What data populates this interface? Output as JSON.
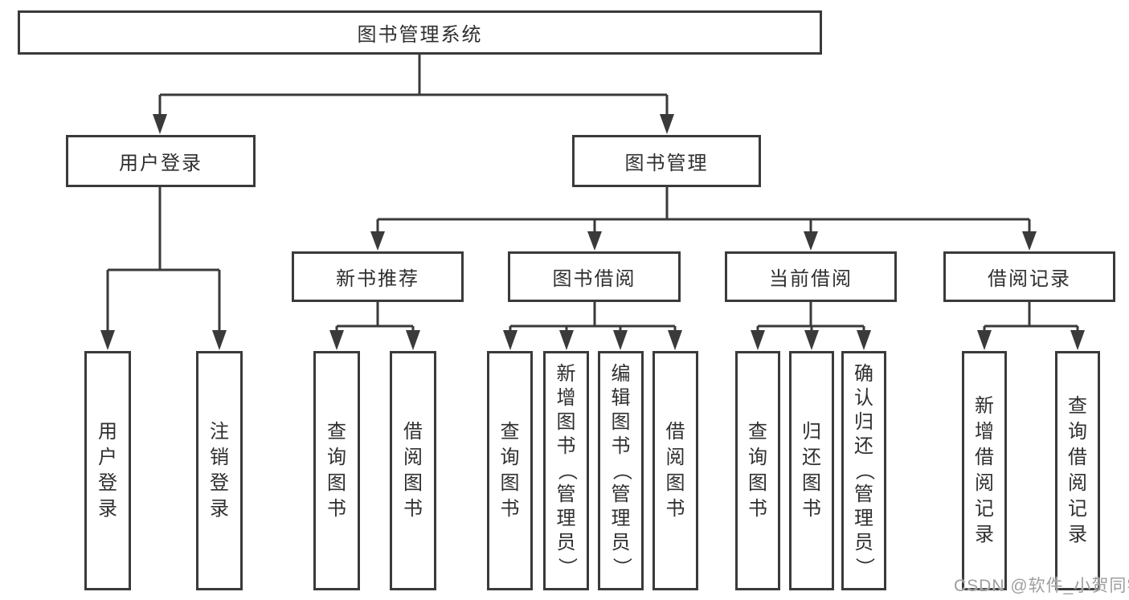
{
  "colors": {
    "line": "#3a3a3a",
    "box_border": "#3a3a3a",
    "box_background": "#ffffff",
    "text": "#2f2f2f",
    "watermark": "#9e9e9e"
  },
  "watermark": {
    "text": "CSDN @软件_小贺同学"
  },
  "tree": {
    "label": "图书管理系统",
    "children": [
      {
        "label": "用户登录",
        "children": [
          {
            "label": "用户登录"
          },
          {
            "label": "注销登录"
          }
        ]
      },
      {
        "label": "图书管理",
        "children": [
          {
            "label": "新书推荐",
            "children": [
              {
                "label": "查询图书"
              },
              {
                "label": "借阅图书"
              }
            ]
          },
          {
            "label": "图书借阅",
            "children": [
              {
                "label": "查询图书"
              },
              {
                "label": "新增图书（管理员）"
              },
              {
                "label": "编辑图书（管理员）"
              },
              {
                "label": "借阅图书"
              }
            ]
          },
          {
            "label": "当前借阅",
            "children": [
              {
                "label": "查询图书"
              },
              {
                "label": "归还图书"
              },
              {
                "label": "确认归还（管理员）"
              }
            ]
          },
          {
            "label": "借阅记录",
            "children": [
              {
                "label": "新增借阅记录"
              },
              {
                "label": "查询借阅记录"
              }
            ]
          }
        ]
      }
    ]
  }
}
